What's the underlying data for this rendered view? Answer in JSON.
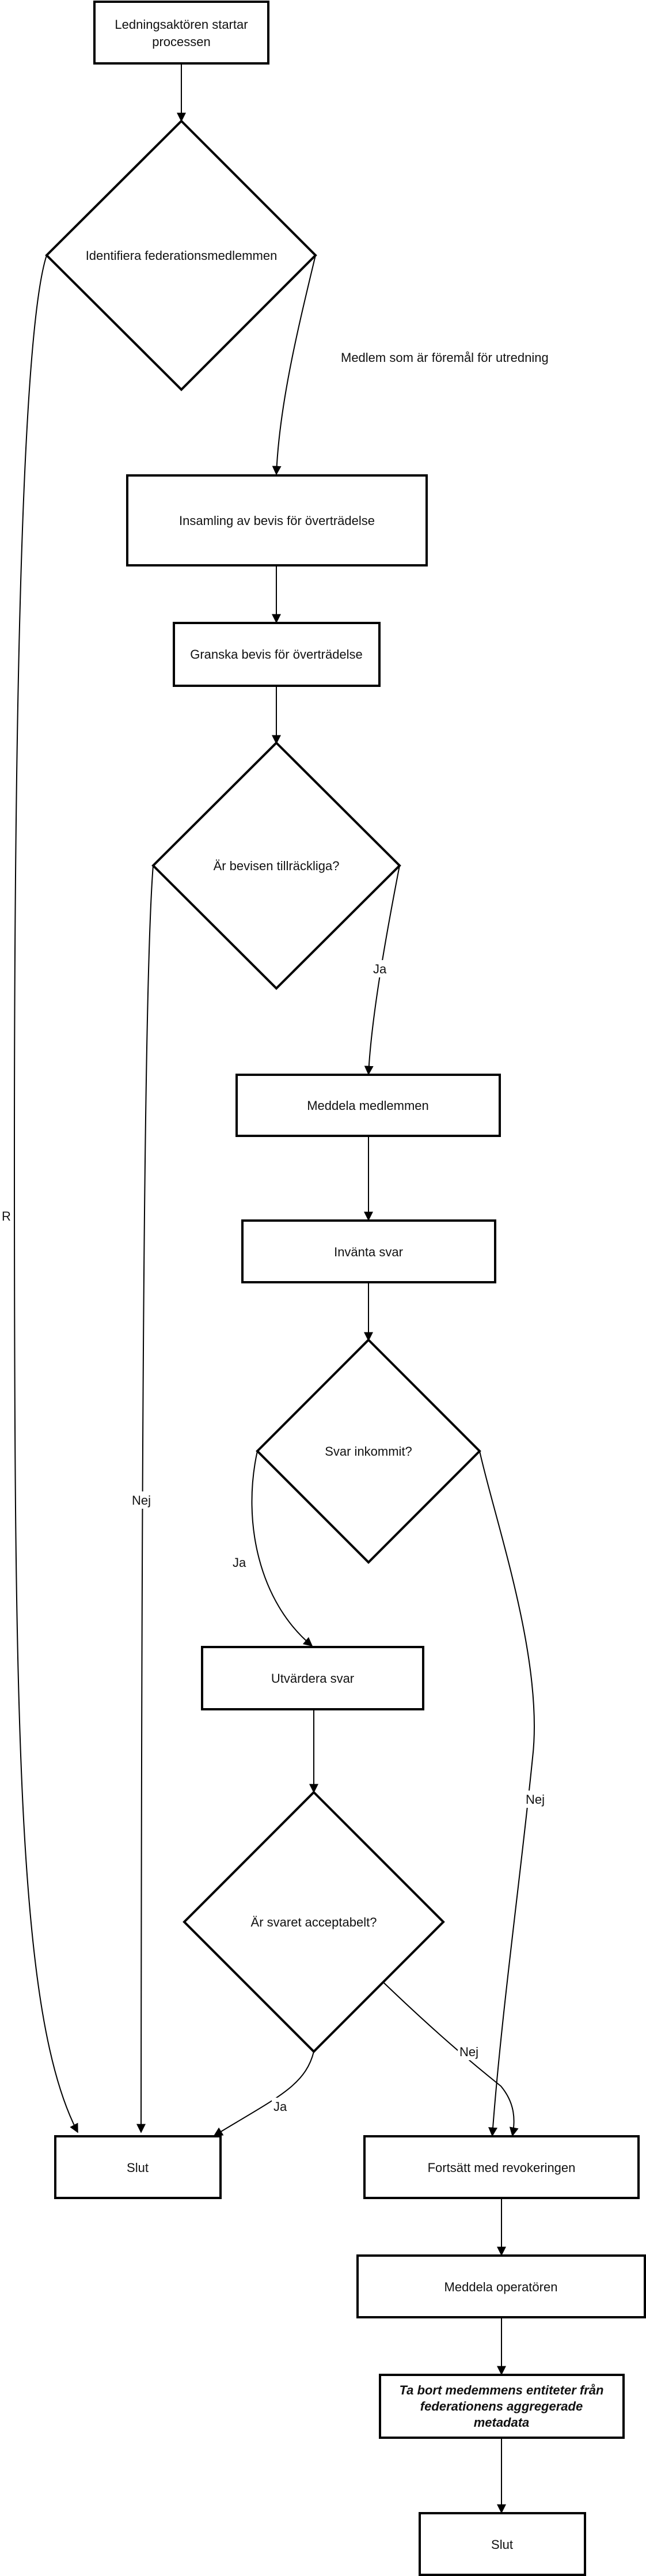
{
  "nodes": {
    "start": [
      "Ledningsaktören startar",
      "processen"
    ],
    "identify": [
      "Identifiera federationsmedlemmen"
    ],
    "collect": [
      "Insamling av bevis för överträdelse"
    ],
    "review": [
      "Granska bevis för överträdelse"
    ],
    "sufficient": [
      "Är bevisen tillräckliga?"
    ],
    "notify_member": [
      "Meddela medlemmen"
    ],
    "await": [
      "Invänta svar"
    ],
    "received": [
      "Svar inkommit?"
    ],
    "evaluate": [
      "Utvärdera svar"
    ],
    "acceptable": [
      "Är svaret acceptabelt?"
    ],
    "end_left": [
      "Slut"
    ],
    "continue": [
      "Fortsätt med revokeringen"
    ],
    "notify_operator": [
      "Meddela operatören"
    ],
    "remove": [
      "Ta bort medemmens entiteter  från",
      "federationens aggregerade",
      "metadata"
    ],
    "end_bottom": [
      "Slut"
    ]
  },
  "edge_labels": {
    "member_under_investigation": "Medlem som är föremål för utredning",
    "r": "R",
    "ja_sufficient": "Ja",
    "nej_sufficient": "Nej",
    "ja_received": "Ja",
    "nej_received": "Nej",
    "ja_acceptable": "Ja",
    "nej_acceptable": "Nej"
  }
}
